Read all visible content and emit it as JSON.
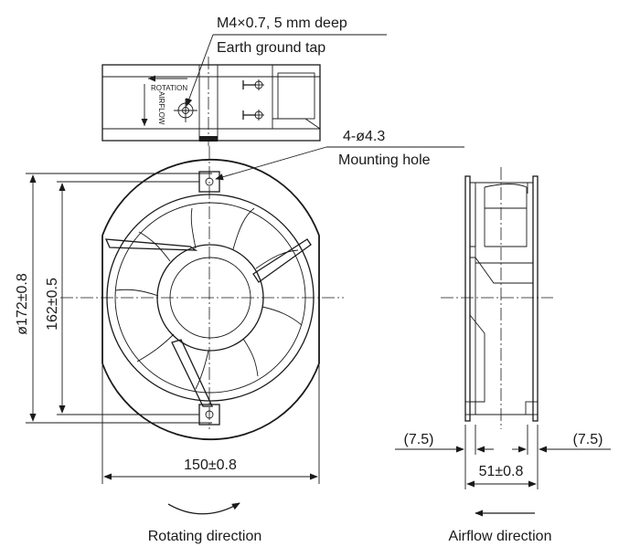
{
  "tap_annotation": {
    "line1": "M4×0.7, 5 mm deep",
    "line2": "Earth ground tap"
  },
  "hole_annotation": {
    "line1": "4-ø4.3",
    "line2": "Mounting hole"
  },
  "top_view": {
    "rotation_mark": "ROTATION",
    "airflow_mark": "AIRFLOW"
  },
  "dimensions": {
    "outer_diameter": "ø172±0.8",
    "hole_pitch_vertical": "162±0.5",
    "width": "150±0.8",
    "depth": "51±0.8",
    "flange_left": "(7.5)",
    "flange_right": "(7.5)"
  },
  "captions": {
    "rotating": "Rotating direction",
    "airflow": "Airflow direction"
  }
}
